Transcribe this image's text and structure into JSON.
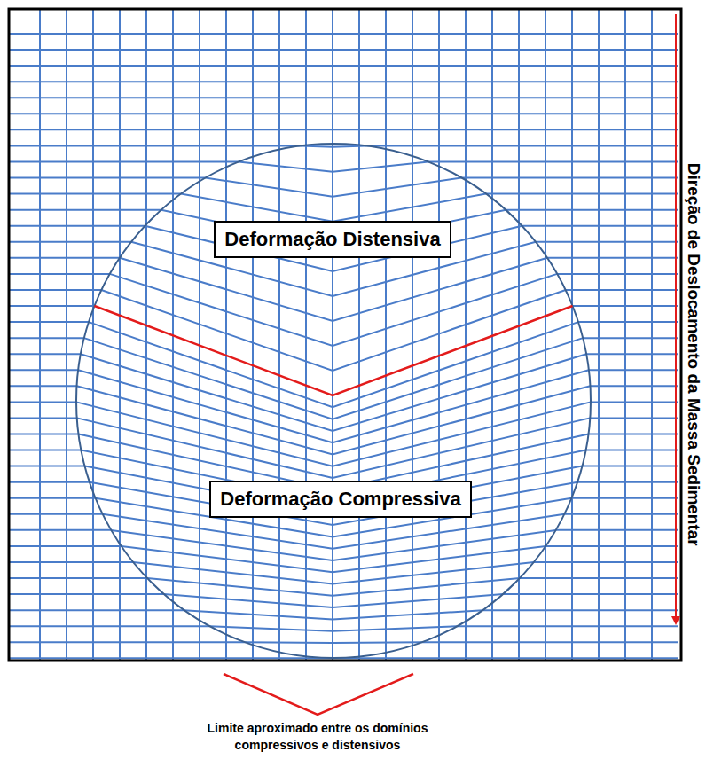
{
  "diagram": {
    "nodes": [
      {
        "text": [
          "Deformação Distensiva"
        ]
      },
      {
        "text": [
          "Deformação Compressiva"
        ]
      }
    ],
    "labels": [
      "Direção de Deslocamento da Massa Sedimentar",
      "Limite aproximado entre os domínios compressivos e distensivos"
    ]
  }
}
